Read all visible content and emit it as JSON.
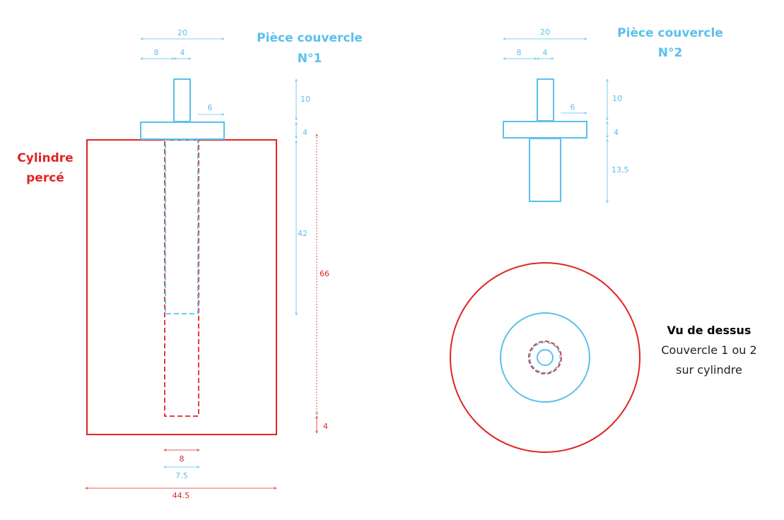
{
  "colors": {
    "blue": "#5bc0eb",
    "red": "#e02424",
    "black": "#000000"
  },
  "piece1": {
    "title_line1": "Pièce couvercle",
    "title_line2": "N°1"
  },
  "piece2": {
    "title_line1": "Pièce couvercle",
    "title_line2": "N°2"
  },
  "cylinder": {
    "title_line1": "Cylindre",
    "title_line2": "percé"
  },
  "topview": {
    "title": "Vu de dessus",
    "line1": "Couvercle 1 ou 2",
    "line2": "sur cylindre"
  },
  "dims1": {
    "width_total": "20",
    "left_offset": "8",
    "stem_width": "4",
    "flange_overhang": "6",
    "stem_height": "10",
    "flange_height": "4",
    "pin_length": "42",
    "cyl_height": "66",
    "bottom_gap": "4",
    "hole_diam": "8",
    "pin_diam": "7.5",
    "cyl_diam": "44.5"
  },
  "dims2": {
    "width_total": "20",
    "left_offset": "8",
    "stem_width": "4",
    "flange_overhang": "6",
    "stem_height": "10",
    "flange_height": "4",
    "pin_length": "13,5"
  }
}
